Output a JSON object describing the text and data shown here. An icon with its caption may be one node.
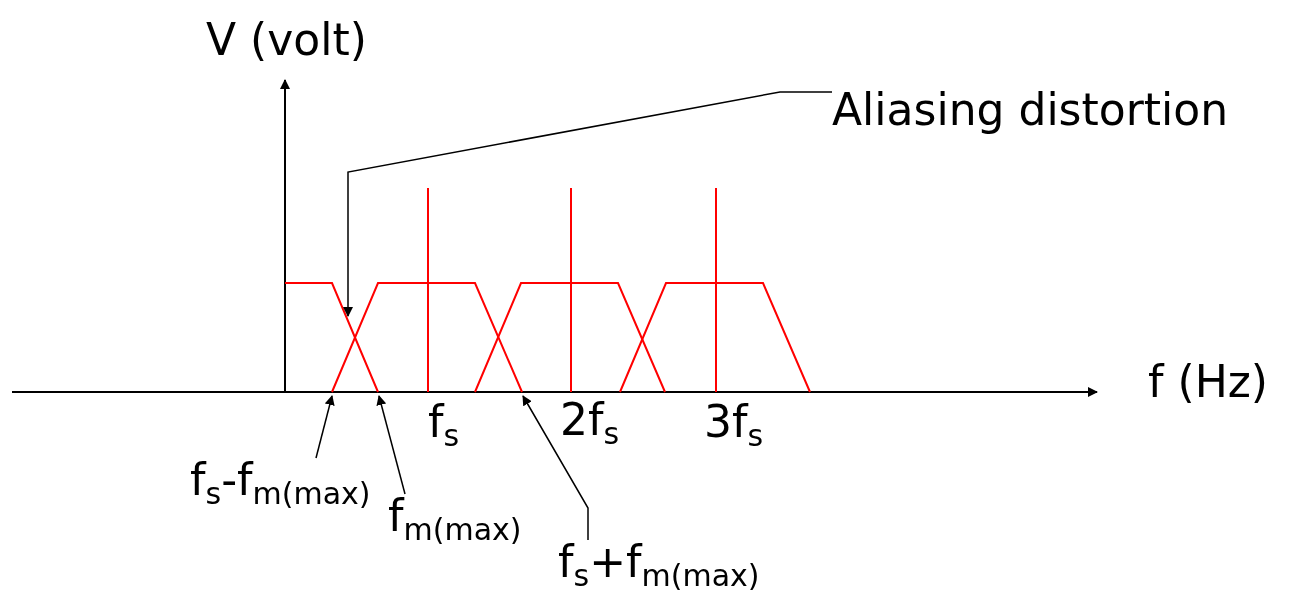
{
  "diagram": {
    "nodes": [
      {
        "text": [
          "Aliasing distortion"
        ]
      },
      {
        "text": [
          "f$_{s}$-f$_{m(max)}$"
        ]
      },
      {
        "text": [
          "f$_{m(max)}$"
        ]
      },
      {
        "text": [
          "f$_{s}$+f$_{m(max)}$"
        ]
      },
      {
        "text": [],
        "shape": "trapezoid"
      },
      {
        "text": [],
        "shape": "trapezoid"
      },
      {
        "text": [],
        "shape": "trapezoid"
      },
      {
        "text": [],
        "shape": "trapezoid"
      }
    ],
    "edges": [
      {
        "from": 0,
        "to": 4,
        "arrow": "to"
      },
      {
        "from": 1,
        "to": 5,
        "arrow": "to"
      },
      {
        "from": 2,
        "to": 4,
        "arrow": "to"
      },
      {
        "from": 3,
        "to": 5,
        "arrow": "to"
      }
    ],
    "labels": [
      "V (volt)",
      "f (Hz)",
      "f$_{s}$",
      "2f$_{s}$",
      "3f$_{s}$"
    ]
  }
}
